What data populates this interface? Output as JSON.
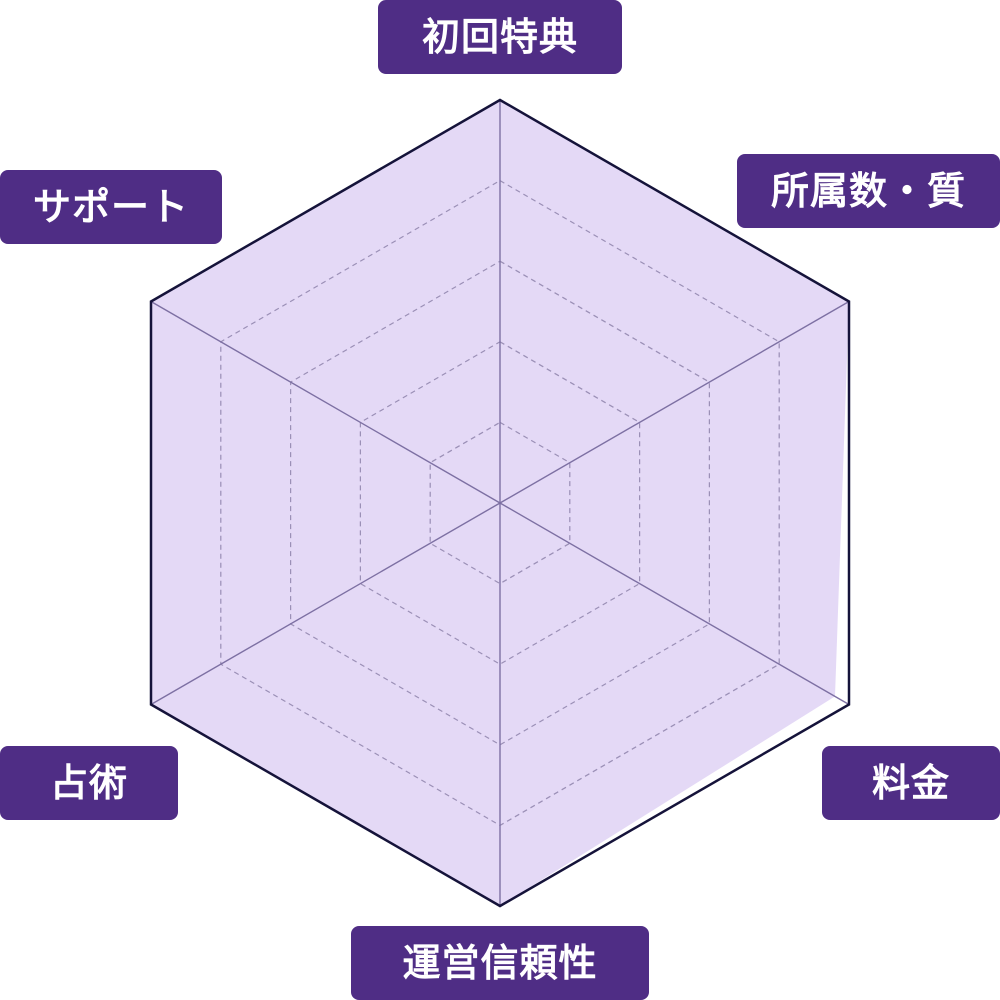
{
  "colors": {
    "label_bg": "#4f2d85",
    "label_text": "#ffffff",
    "area_fill": "#e0d4f5",
    "grid_line": "#9b90b6",
    "spoke_line": "#7d70a3",
    "outline": "#15133a"
  },
  "chart_data": {
    "type": "radar",
    "axes": [
      "初回特典",
      "所属数・質",
      "料金",
      "運営信頼性",
      "占術",
      "サポート"
    ],
    "series": [
      {
        "values": [
          5,
          5,
          4.8,
          5,
          5,
          5
        ]
      }
    ],
    "range": [
      0,
      5
    ],
    "grid_levels": 5,
    "grid": true
  }
}
